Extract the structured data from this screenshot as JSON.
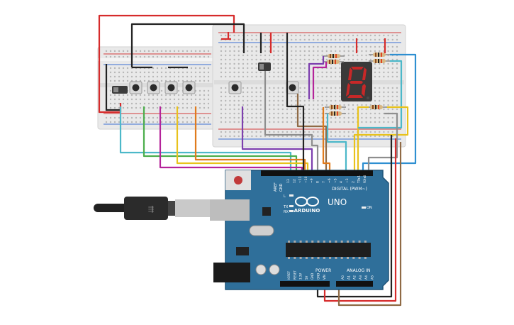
{
  "board": {
    "brand": "ARDUINO",
    "model": "UNO",
    "digital_label": "DIGITAL (PWM~)",
    "power_label": "POWER",
    "analog_label": "ANALOG IN",
    "on_label": "ON",
    "l_label": "L",
    "tx_label": "TX",
    "rx_label": "RX",
    "aref_label": "AREF",
    "gnd_label": "GND",
    "pin_labels": [
      "13",
      "12",
      "~11",
      "~10",
      "~9",
      "8",
      "7",
      "~6",
      "~5",
      "4",
      "~3",
      "2",
      "TX▸1",
      "RX◂0"
    ],
    "power_pins": [
      "IOREF",
      "RESET",
      "3.3V",
      "5V",
      "GND",
      "GND",
      "VIN"
    ],
    "analog_pins": [
      "A0",
      "A1",
      "A2",
      "A3",
      "A4",
      "A5"
    ]
  },
  "display": {
    "digit": "8"
  },
  "colors": {
    "board": "#2f6f9a",
    "board_edge": "#1f5479",
    "breadboard": "#e9e9e9",
    "rail_red": "#d23a3a",
    "rail_blue": "#3a6fd2",
    "segment_on": "#c72828",
    "segment_off": "#4a4a4a",
    "wire_red": "#d62b2b",
    "wire_black": "#222222",
    "wire_cyan": "#4cb8c9",
    "wire_green": "#4cae4c",
    "wire_magenta": "#b4239a",
    "wire_yellow": "#e8c21c",
    "wire_orange": "#e07b1d",
    "wire_purple": "#7d3fae",
    "wire_gray": "#8e8e8e",
    "wire_brown": "#8f6a45",
    "wire_blue": "#2e8fd1"
  }
}
